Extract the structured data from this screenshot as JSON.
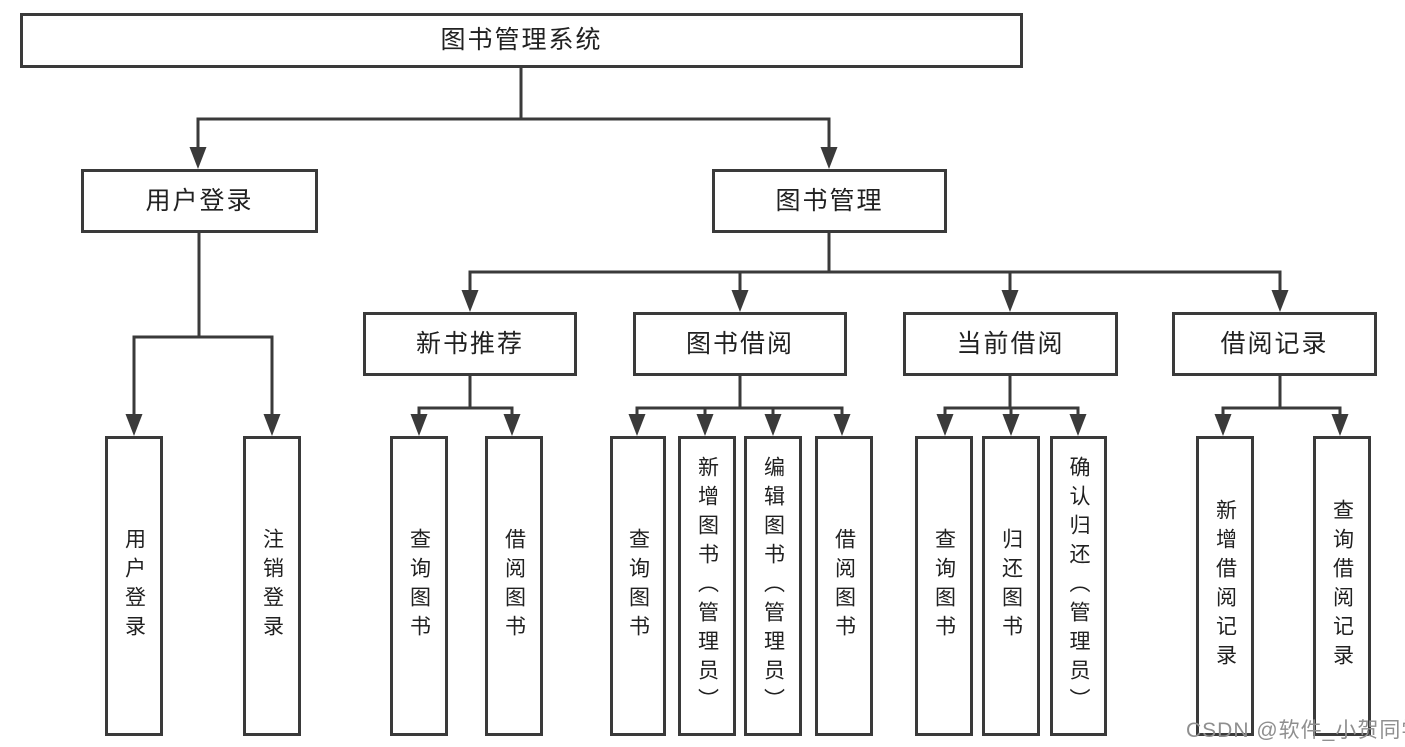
{
  "diagram": {
    "title": "图书管理系统",
    "colors": {
      "line": "#3a3a3a",
      "box_border": "#3a3a3a",
      "box_background": "#ffffff",
      "text": "#212121",
      "watermark": "#8f8f8f"
    },
    "nodes": {
      "root": {
        "label": "图书管理系统"
      },
      "user_login": {
        "label": "用户登录"
      },
      "book_management": {
        "label": "图书管理"
      },
      "new_book_recommend": {
        "label": "新书推荐"
      },
      "book_borrow": {
        "label": "图书借阅"
      },
      "current_borrow": {
        "label": "当前借阅"
      },
      "borrow_records": {
        "label": "借阅记录"
      },
      "leaf_user_login": {
        "label": "用户登录"
      },
      "leaf_logout": {
        "label": "注销登录"
      },
      "leaf_query_book_1": {
        "label": "查询图书"
      },
      "leaf_borrow_book_1": {
        "label": "借阅图书"
      },
      "leaf_query_book_2": {
        "label": "查询图书"
      },
      "leaf_add_book_admin": {
        "label": "新增图书（管理员）"
      },
      "leaf_edit_book_admin": {
        "label": "编辑图书（管理员）"
      },
      "leaf_borrow_book_2": {
        "label": "借阅图书"
      },
      "leaf_query_book_3": {
        "label": "查询图书"
      },
      "leaf_return_book": {
        "label": "归还图书"
      },
      "leaf_confirm_return_admin": {
        "label": "确认归还（管理员）"
      },
      "leaf_add_borrow_record": {
        "label": "新增借阅记录"
      },
      "leaf_query_borrow_record": {
        "label": "查询借阅记录"
      }
    },
    "hierarchy": {
      "root": "图书管理系统",
      "children": [
        {
          "label": "用户登录",
          "children": [
            "用户登录",
            "注销登录"
          ]
        },
        {
          "label": "图书管理",
          "children": [
            {
              "label": "新书推荐",
              "children": [
                "查询图书",
                "借阅图书"
              ]
            },
            {
              "label": "图书借阅",
              "children": [
                "查询图书",
                "新增图书（管理员）",
                "编辑图书（管理员）",
                "借阅图书"
              ]
            },
            {
              "label": "当前借阅",
              "children": [
                "查询图书",
                "归还图书",
                "确认归还（管理员）"
              ]
            },
            {
              "label": "借阅记录",
              "children": [
                "新增借阅记录",
                "查询借阅记录"
              ]
            }
          ]
        }
      ]
    },
    "watermark": {
      "text": "CSDN @软件_小贺同学"
    }
  }
}
